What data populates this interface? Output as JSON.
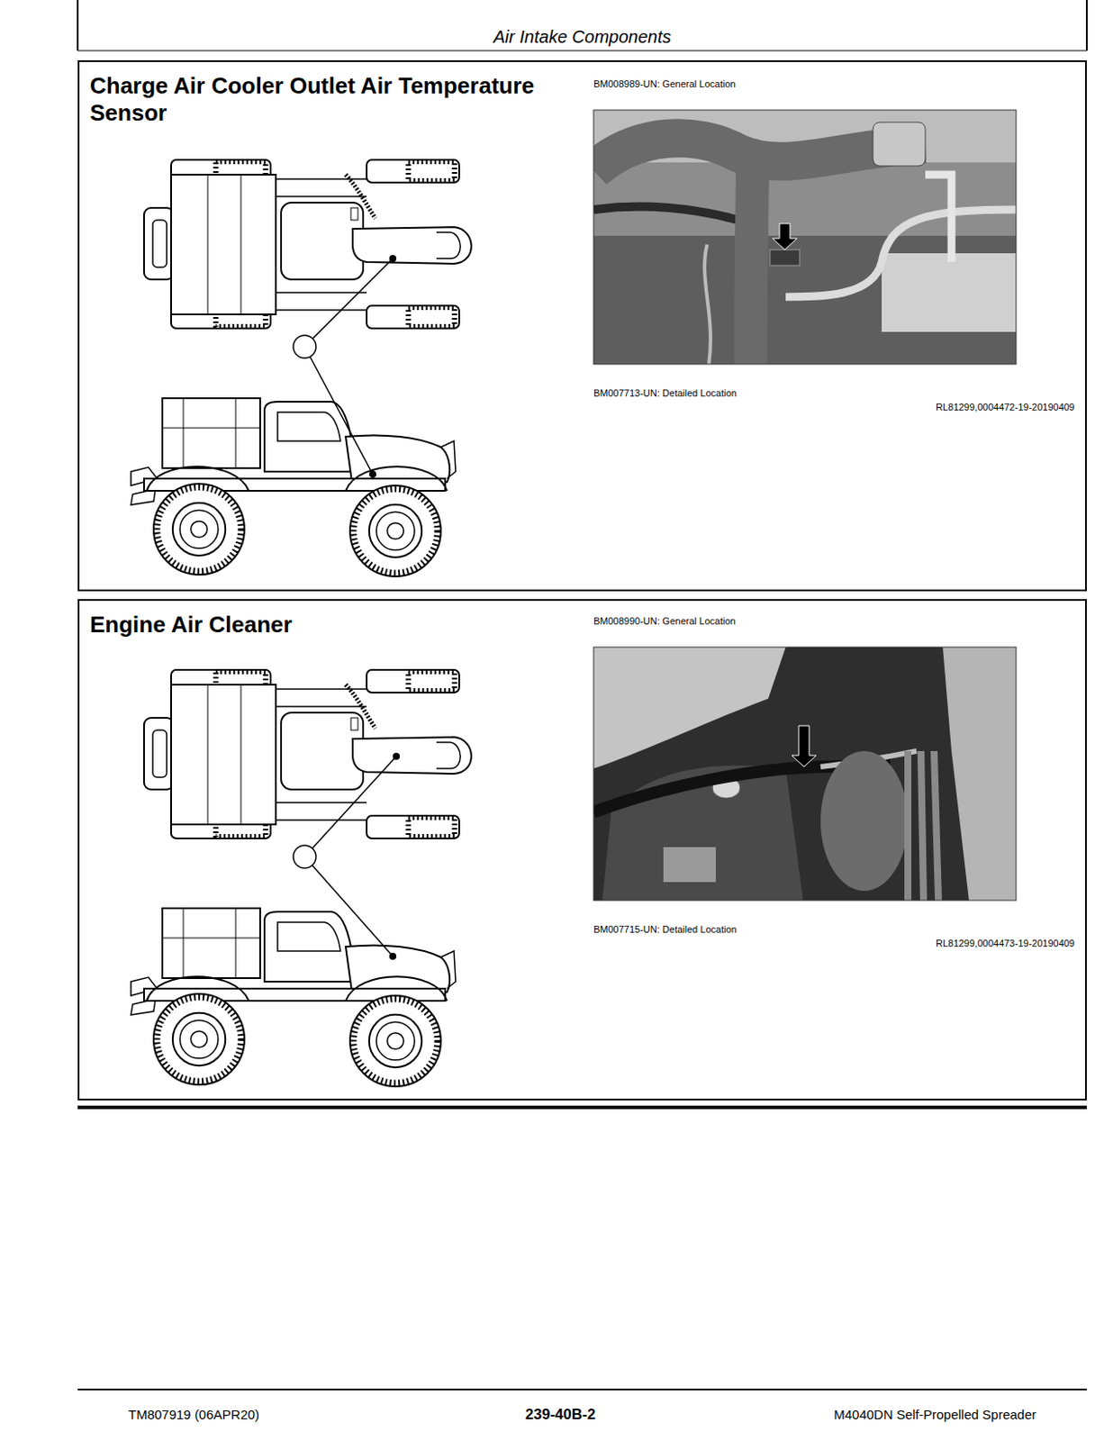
{
  "diagram": {
    "title": "Air Intake Components",
    "nodes": [
      {
        "text": [
          "Charge Air Cooler Outlet Air Temperature Sensor"
        ]
      },
      {
        "text": [
          "Engine Air Cleaner"
        ]
      }
    ],
    "labels": [
      "BM008989-UN: General Location",
      "BM007713-UN: Detailed Location",
      "RL81299,0004472-19-20190409",
      "BM008990-UN: General Location",
      "BM007715-UN: Detailed Location",
      "RL81299,0004473-19-20190409",
      "TM807919 (06APR20)",
      "239-40B-2",
      "M4040DN Self-Propelled Spreader"
    ]
  }
}
